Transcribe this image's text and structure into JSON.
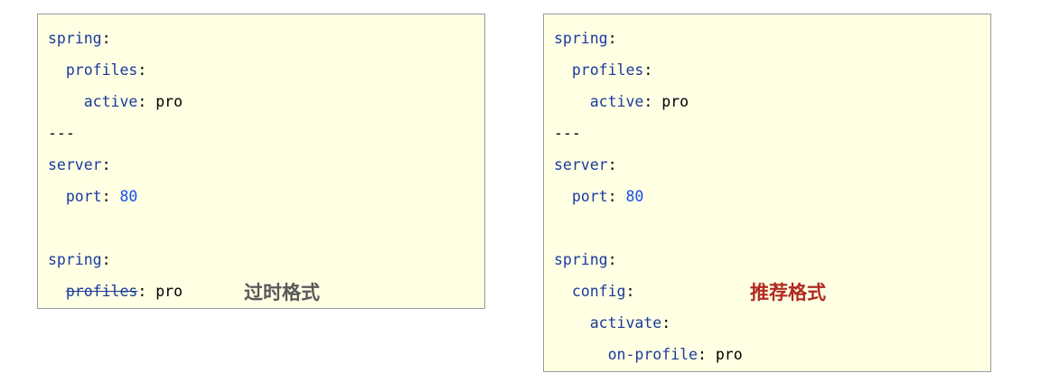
{
  "left": {
    "label": "过时格式",
    "label_color": "#595959",
    "lines": [
      {
        "indent": "",
        "key": "spring",
        "colon": ":",
        "value": ""
      },
      {
        "indent": "  ",
        "key": "profiles",
        "colon": ":",
        "value": ""
      },
      {
        "indent": "    ",
        "key": "active",
        "colon": ":",
        "value": " pro"
      },
      {
        "indent": "",
        "key": "",
        "colon": "",
        "value": "---"
      },
      {
        "indent": "",
        "key": "server",
        "colon": ":",
        "value": ""
      },
      {
        "indent": "  ",
        "key": "port",
        "colon": ":",
        "value": " 80",
        "numeric": true
      },
      {
        "indent": "",
        "key": "",
        "colon": "",
        "value": ""
      },
      {
        "indent": "",
        "key": "spring",
        "colon": ":",
        "value": ""
      },
      {
        "indent": "  ",
        "key": "profiles",
        "colon": ":",
        "value": " pro",
        "strike": true
      }
    ]
  },
  "right": {
    "label": "推荐格式",
    "label_color": "#b02a20",
    "lines": [
      {
        "indent": "",
        "key": "spring",
        "colon": ":",
        "value": ""
      },
      {
        "indent": "  ",
        "key": "profiles",
        "colon": ":",
        "value": ""
      },
      {
        "indent": "    ",
        "key": "active",
        "colon": ":",
        "value": " pro"
      },
      {
        "indent": "",
        "key": "",
        "colon": "",
        "value": "---"
      },
      {
        "indent": "",
        "key": "server",
        "colon": ":",
        "value": ""
      },
      {
        "indent": "  ",
        "key": "port",
        "colon": ":",
        "value": " 80",
        "numeric": true
      },
      {
        "indent": "",
        "key": "",
        "colon": "",
        "value": ""
      },
      {
        "indent": "",
        "key": "spring",
        "colon": ":",
        "value": ""
      },
      {
        "indent": "  ",
        "key": "config",
        "colon": ":",
        "value": ""
      },
      {
        "indent": "    ",
        "key": "activate",
        "colon": ":",
        "value": ""
      },
      {
        "indent": "      ",
        "key": "on-profile",
        "colon": ":",
        "value": " pro"
      }
    ]
  }
}
